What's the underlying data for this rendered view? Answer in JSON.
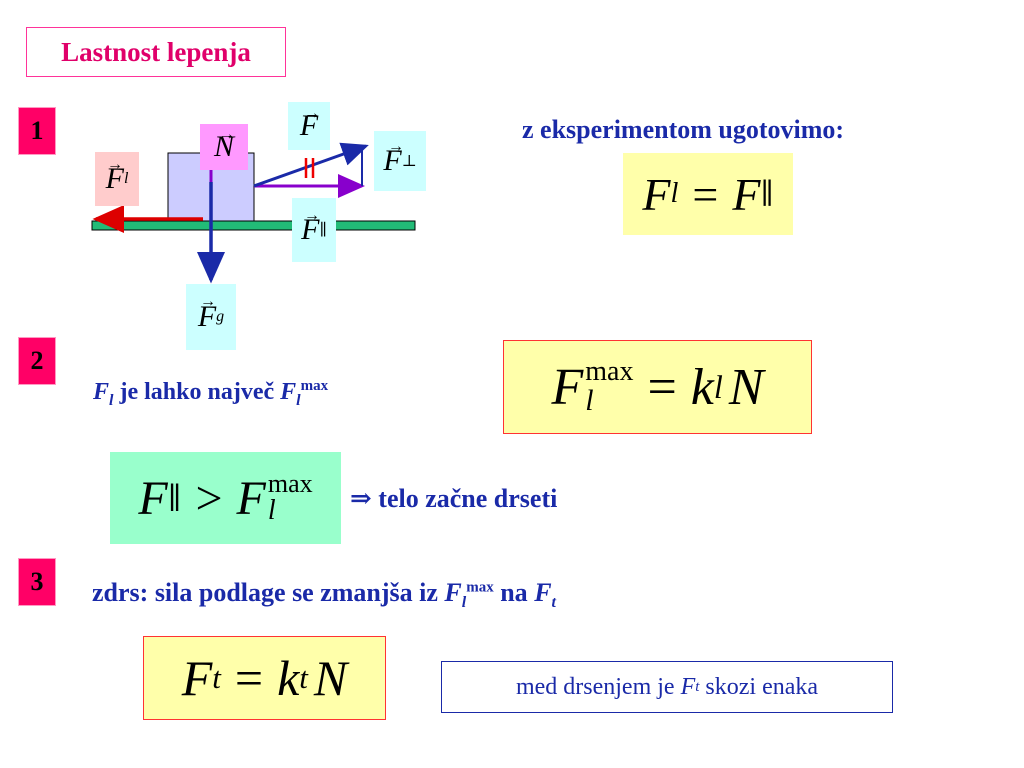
{
  "title": "Lastnost lepenja",
  "steps": [
    "1",
    "2",
    "3"
  ],
  "diagram": {
    "labels": {
      "F": "F",
      "N": "N",
      "Fl_base": "F",
      "Fl_sub": "l",
      "Fperp_base": "F",
      "Fperp_sub": "⊥",
      "Fpar_base": "F",
      "Fpar_sub": "∥",
      "Fg_base": "F",
      "Fg_sub": "g"
    },
    "colors": {
      "ground": "#22bb77",
      "block": "#ccccff",
      "force_F": "#1a2aa8",
      "force_par": "#8800cc",
      "force_l": "#dd0000",
      "force_g": "#1a2aa8",
      "label_pink": "#ff99ff",
      "label_cyan": "#ccffff",
      "label_salmon": "#ffcccc",
      "parallel_mark": "#ee0000"
    }
  },
  "step1": {
    "text": "z eksperimentom ugotovimo:",
    "eq": {
      "lhs": "F",
      "lhs_sub": "l",
      "op": "=",
      "rhs": "F",
      "rhs_sub": "∥"
    }
  },
  "step2": {
    "text_a": "F",
    "text_a_sub": "l",
    "text_b": " je lahko največ ",
    "text_c": "F",
    "text_c_sub": "l",
    "text_c_sup": "max",
    "eq": {
      "lhs": "F",
      "lhs_sub": "l",
      "lhs_sup": "max",
      "op": "=",
      "k": "k",
      "k_sub": "l",
      "N": "N"
    },
    "cond": {
      "lhs": "F",
      "lhs_sub": "∥",
      "op": ">",
      "rhs": "F",
      "rhs_sub": "l",
      "rhs_sup": "max"
    },
    "consequence": "⇒ telo začne drseti"
  },
  "step3": {
    "text_a": "zdrs: sila podlage se zmanjša iz ",
    "text_b": "F",
    "text_b_sub": "l",
    "text_b_sup": "max",
    "text_c": " na ",
    "text_d": "F",
    "text_d_sub": "t",
    "eq": {
      "lhs": "F",
      "lhs_sub": "t",
      "op": "=",
      "k": "k",
      "k_sub": "t",
      "N": "N"
    },
    "note_a": "med drsenjem je ",
    "note_b": "F",
    "note_b_sub": "t",
    "note_c": " skozi enaka"
  }
}
